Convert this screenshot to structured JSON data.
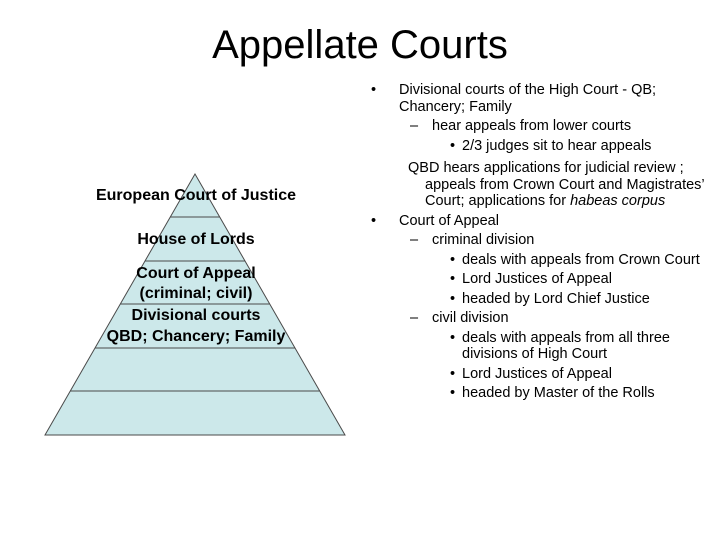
{
  "slide": {
    "title": "Appellate Courts"
  },
  "pyramid": {
    "levels": [
      "European Court of Justice",
      "House of Lords",
      "Court of Appeal",
      "(criminal; civil)",
      "Divisional courts",
      "QBD; Chancery; Family"
    ],
    "fill_color": "#cce8ea",
    "line_color": "#4a4a4a"
  },
  "bullets": {
    "divisional": {
      "text": "Divisional courts of the High Court - QB; Chancery; Family",
      "sub": "hear appeals from lower courts",
      "subsub": "2/3 judges sit to hear appeals",
      "note_text": "QBD hears applications for judicial review ; appeals from Crown Court and Magistrates’ Court; applications for ",
      "note_italic": "habeas corpus"
    },
    "appeal": {
      "text": "Court of Appeal",
      "criminal": {
        "label": "criminal division",
        "items": [
          "deals with appeals from Crown Court",
          "Lord Justices of Appeal",
          "headed by Lord Chief Justice"
        ]
      },
      "civil": {
        "label": "civil division",
        "items": [
          "deals with appeals from all three divisions of High Court",
          "Lord Justices of Appeal",
          "headed by Master of the Rolls"
        ]
      }
    },
    "markers": {
      "level1": "•",
      "level2": "–",
      "level3": "•"
    }
  }
}
